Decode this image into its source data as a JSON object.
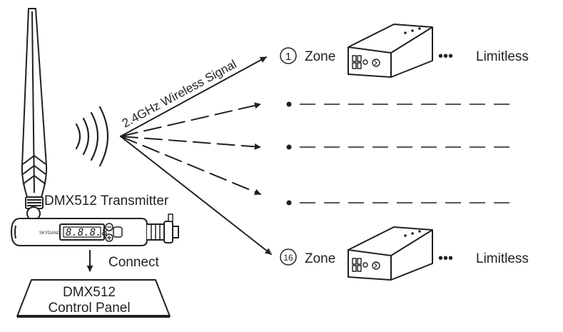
{
  "transmitter": {
    "title": "DMX512 Transmitter",
    "brand": "SKYDANCE",
    "display": "8.8.8.8"
  },
  "signal": {
    "label": "2.4GHz Wireless Signal"
  },
  "connect": {
    "label": "Connect"
  },
  "panel": {
    "line1": "DMX512",
    "line2": "Control Panel"
  },
  "zones": [
    {
      "number": "1",
      "label": "Zone",
      "ellipsis": "•••",
      "suffix": "Limitless"
    },
    {
      "number": "16",
      "label": "Zone",
      "ellipsis": "•••",
      "suffix": "Limitless"
    }
  ],
  "colors": {
    "ink": "#231f20",
    "background": "#ffffff"
  }
}
